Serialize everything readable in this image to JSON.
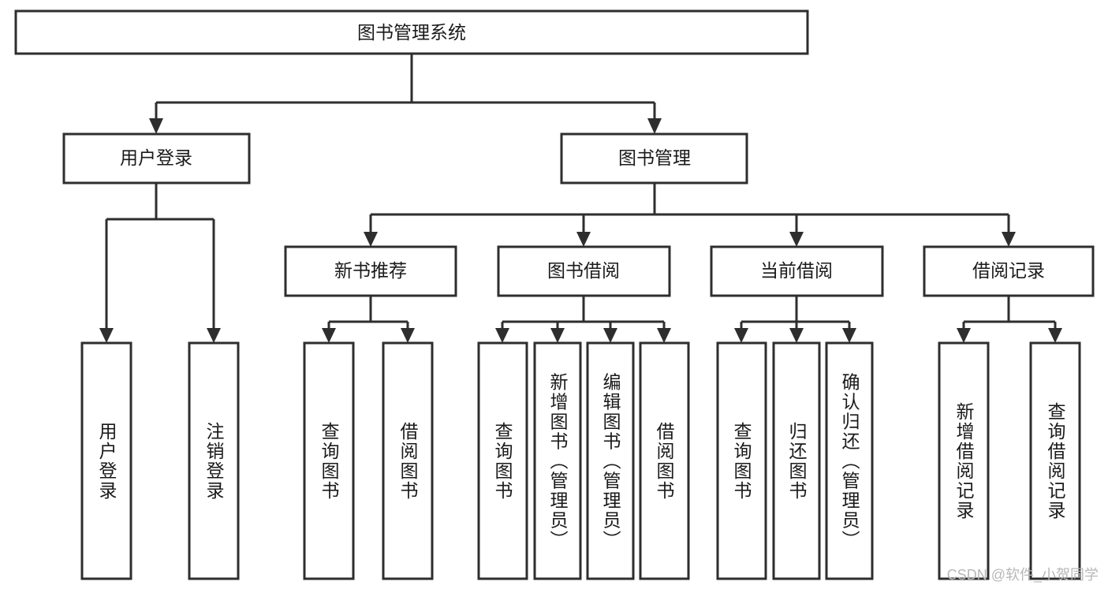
{
  "diagram": {
    "title": "图书管理系统",
    "type": "tree-hierarchy",
    "root": {
      "label": "图书管理系统"
    },
    "level2": [
      {
        "label": "用户登录"
      },
      {
        "label": "图书管理"
      }
    ],
    "level3": [
      {
        "label": "新书推荐"
      },
      {
        "label": "图书借阅"
      },
      {
        "label": "当前借阅"
      },
      {
        "label": "借阅记录"
      }
    ],
    "leaves": {
      "user_login": [
        {
          "label": "用户登录"
        },
        {
          "label": "注销登录"
        }
      ],
      "new_book_recommend": [
        {
          "label": "查询图书"
        },
        {
          "label": "借阅图书"
        }
      ],
      "book_borrow": [
        {
          "label": "查询图书"
        },
        {
          "label": "新增图书（管理员）"
        },
        {
          "label": "编辑图书（管理员）"
        },
        {
          "label": "借阅图书"
        }
      ],
      "current_borrow": [
        {
          "label": "查询图书"
        },
        {
          "label": "归还图书"
        },
        {
          "label": "确认归还（管理员）"
        }
      ],
      "borrow_records": [
        {
          "label": "新增借阅记录"
        },
        {
          "label": "查询借阅记录"
        }
      ]
    }
  },
  "watermark": {
    "text": "CSDN @软件_小贺同学"
  },
  "colors": {
    "stroke": "#2e2e2e",
    "fill": "#ffffff",
    "text": "#1a1a1a",
    "watermark": "#b7b7b7"
  }
}
